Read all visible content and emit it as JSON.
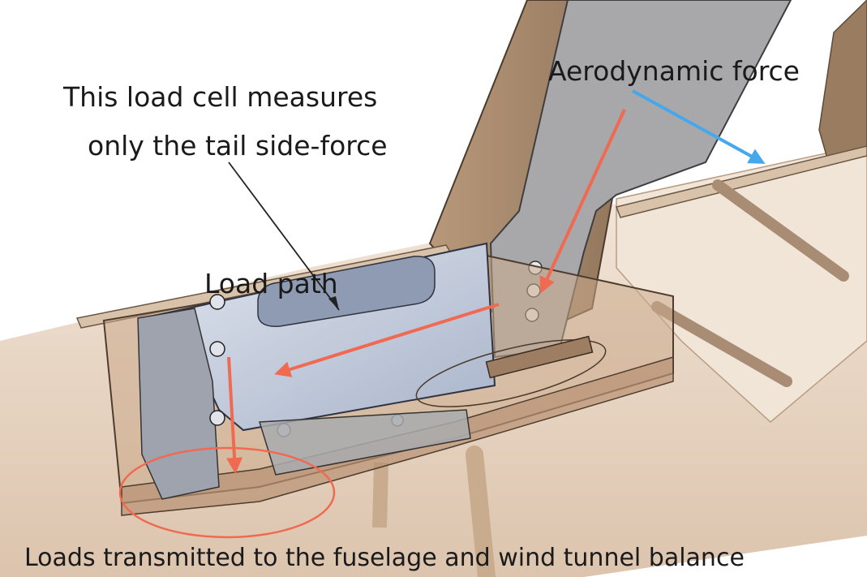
{
  "labels": {
    "load_cell_line1": "This load cell measures",
    "load_cell_line2": "only the tail side-force",
    "aerodynamic_force": "Aerodynamic force",
    "load_path": "Load path",
    "loads_transmitted": "Loads transmitted to the fuselage and wind tunnel balance"
  },
  "colors": {
    "load_arrow": "#f06a52",
    "force_arrow": "#46a8ec",
    "fuselage": "#ecdccb",
    "tail_fin": "#a68a6b",
    "fin_mount": "#a7a7aa",
    "load_cell": "#bac4d8",
    "housing": "#caa98b",
    "background": "#ffffff"
  }
}
